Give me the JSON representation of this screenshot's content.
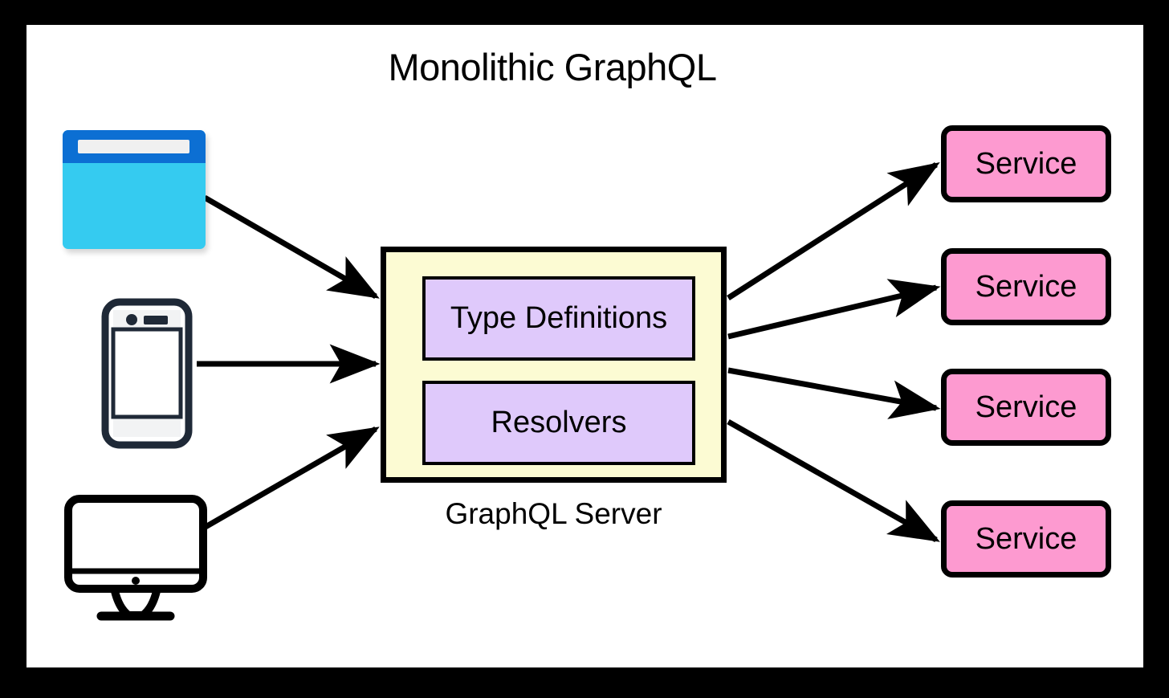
{
  "diagram": {
    "title": "Monolithic GraphQL",
    "canvas_background": "#ffffff",
    "frame_color": "#000000"
  },
  "clients": [
    {
      "name": "browser-window-icon",
      "type": "browser",
      "colors": {
        "titlebar": "#0C6FD3",
        "body": "#35CBF0",
        "addressbar": "#F0F0F0"
      }
    },
    {
      "name": "mobile-phone-icon",
      "type": "phone",
      "colors": {
        "outline": "#1F2937",
        "screen": "#FFFFFF"
      }
    },
    {
      "name": "desktop-monitor-icon",
      "type": "monitor",
      "colors": {
        "outline": "#000000",
        "screen": "#FFFFFF"
      }
    }
  ],
  "server": {
    "caption": "GraphQL Server",
    "fill": "#FCFBD3",
    "border": "#000000",
    "components": [
      {
        "label": "Type Definitions",
        "fill": "#DFC9FB"
      },
      {
        "label": "Resolvers",
        "fill": "#DFC9FB"
      }
    ]
  },
  "services": {
    "fill": "#FD9AD0",
    "border": "#000000",
    "items": [
      {
        "label": "Service"
      },
      {
        "label": "Service"
      },
      {
        "label": "Service"
      },
      {
        "label": "Service"
      }
    ]
  },
  "connections": {
    "inbound_count": 3,
    "outbound_count": 4,
    "arrow_color": "#000000"
  }
}
